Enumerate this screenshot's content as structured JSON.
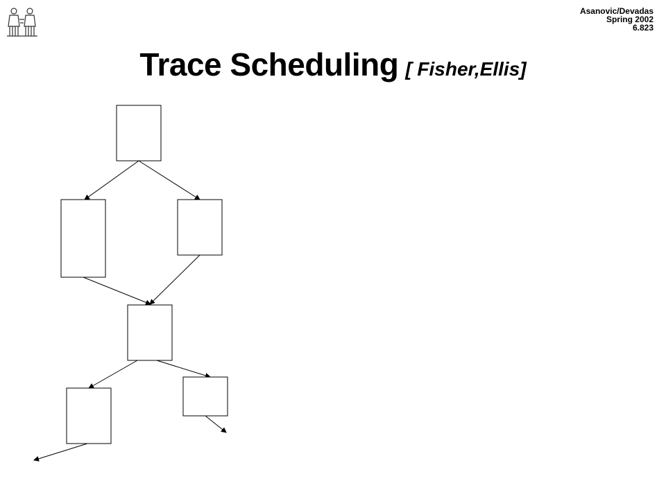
{
  "header": {
    "authors": "Asanovic/Devadas",
    "term": "Spring 2002",
    "course": "6.823"
  },
  "title": {
    "main": "Trace Scheduling",
    "citation": "[ Fisher,Ellis]"
  },
  "diagram": {
    "type": "control-flow-graph",
    "nodes": [
      {
        "id": "b1",
        "label": ""
      },
      {
        "id": "b2",
        "label": ""
      },
      {
        "id": "b3",
        "label": ""
      },
      {
        "id": "b4",
        "label": ""
      },
      {
        "id": "b5",
        "label": ""
      },
      {
        "id": "b6",
        "label": ""
      }
    ],
    "edges": [
      {
        "from": "b1",
        "to": "b2"
      },
      {
        "from": "b1",
        "to": "b3"
      },
      {
        "from": "b2",
        "to": "b4"
      },
      {
        "from": "b3",
        "to": "b4"
      },
      {
        "from": "b4",
        "to": "b5"
      },
      {
        "from": "b4",
        "to": "b6"
      },
      {
        "from": "b5",
        "to": "exit-left"
      },
      {
        "from": "b6",
        "to": "exit-right"
      }
    ]
  },
  "logo": {
    "icon": "institute-seal-icon"
  }
}
